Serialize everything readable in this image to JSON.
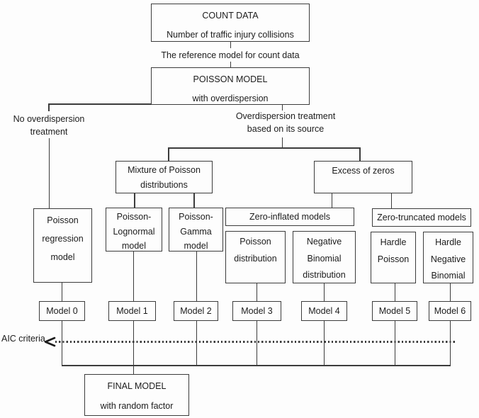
{
  "nodes": {
    "count_data": [
      "COUNT DATA",
      "Number of traffic injury collisions"
    ],
    "reference_note": "The reference model for count data",
    "poisson_model": [
      "POISSON MODEL",
      "with overdispersion"
    ],
    "no_overdispersion_label": [
      "No overdispersion",
      "treatment"
    ],
    "overdispersion_label": [
      "Overdispersion treatment",
      "based on its source"
    ],
    "mixture_of_poisson": [
      "Mixture of Poisson",
      "distributions"
    ],
    "excess_of_zeros": [
      "Excess of zeros"
    ],
    "poisson_regression": [
      "Poisson",
      "regression",
      "model"
    ],
    "poisson_lognormal": [
      "Poisson-",
      "Lognormal",
      "model"
    ],
    "poisson_gamma": [
      "Poisson-",
      "Gamma",
      "model"
    ],
    "zero_inflated": [
      "Zero-inflated models"
    ],
    "poisson_distribution": [
      "Poisson",
      "distribution"
    ],
    "negative_binomial": [
      "Negative",
      "Binomial",
      "distribution"
    ],
    "zero_truncated": [
      "Zero-truncated models"
    ],
    "hardle_poisson": [
      "Hardle",
      "Poisson"
    ],
    "hardle_negative_binomial": [
      "Hardle",
      "Negative",
      "Binomial"
    ],
    "final_model": [
      "FINAL MODEL",
      "with random factor"
    ]
  },
  "models": [
    "Model 0",
    "Model 1",
    "Model 2",
    "Model 3",
    "Model 4",
    "Model 5",
    "Model 6"
  ],
  "aic_label": "AIC criteria",
  "colors": {
    "line": "#3c3c3c",
    "text": "#1c1c1c",
    "background": "#fdfdfd"
  }
}
